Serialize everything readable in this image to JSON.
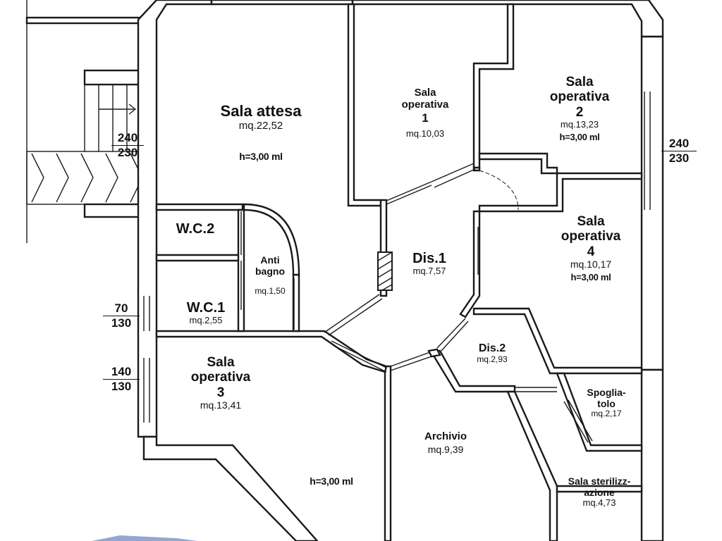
{
  "rooms": {
    "sala_attesa": {
      "name": "Sala attesa",
      "area": "mq.22,52",
      "height": "h=3,00 ml"
    },
    "sala_op_1": {
      "name_line1": "Sala",
      "name_line2": "operativa",
      "name_line3": "1",
      "area": "mq.10,03"
    },
    "sala_op_2": {
      "name_line1": "Sala",
      "name_line2": "operativa",
      "name_line3": "2",
      "area": "mq.13,23",
      "height": "h=3,00 ml"
    },
    "sala_op_3": {
      "name_line1": "Sala",
      "name_line2": "operativa",
      "name_line3": "3",
      "area": "mq.13,41",
      "height": "h=3,00 ml"
    },
    "sala_op_4": {
      "name_line1": "Sala",
      "name_line2": "operativa",
      "name_line3": "4",
      "area": "mq.10,17",
      "height": "h=3,00 ml"
    },
    "wc2": {
      "name": "W.C.2"
    },
    "wc1": {
      "name": "W.C.1",
      "area": "mq.2,55"
    },
    "antibagno": {
      "name_line1": "Anti",
      "name_line2": "bagno",
      "area": "mq.1,50"
    },
    "dis1": {
      "name": "Dis.1",
      "area": "mq.7,57"
    },
    "dis2": {
      "name": "Dis.2",
      "area": "mq.2,93"
    },
    "archivio": {
      "name": "Archivio",
      "area": "mq.9,39"
    },
    "spogliatoio": {
      "name_line1": "Spoglia-",
      "name_line2": "tolo",
      "area": "mq.2,17"
    },
    "sterilizzazione": {
      "name_line1": "Sala sterilizz-",
      "name_line2": "azione",
      "area": "mq.4,73"
    }
  },
  "dimensions": {
    "left_top": {
      "top": "240",
      "bottom": "230"
    },
    "right_top": {
      "top": "240",
      "bottom": "230"
    },
    "left_mid": {
      "top": "70",
      "bottom": "130"
    },
    "left_low": {
      "top": "140",
      "bottom": "130"
    }
  },
  "colors": {
    "wall": "#1a1a1a",
    "background": "#ffffff",
    "accent": "#3a5fa8"
  }
}
